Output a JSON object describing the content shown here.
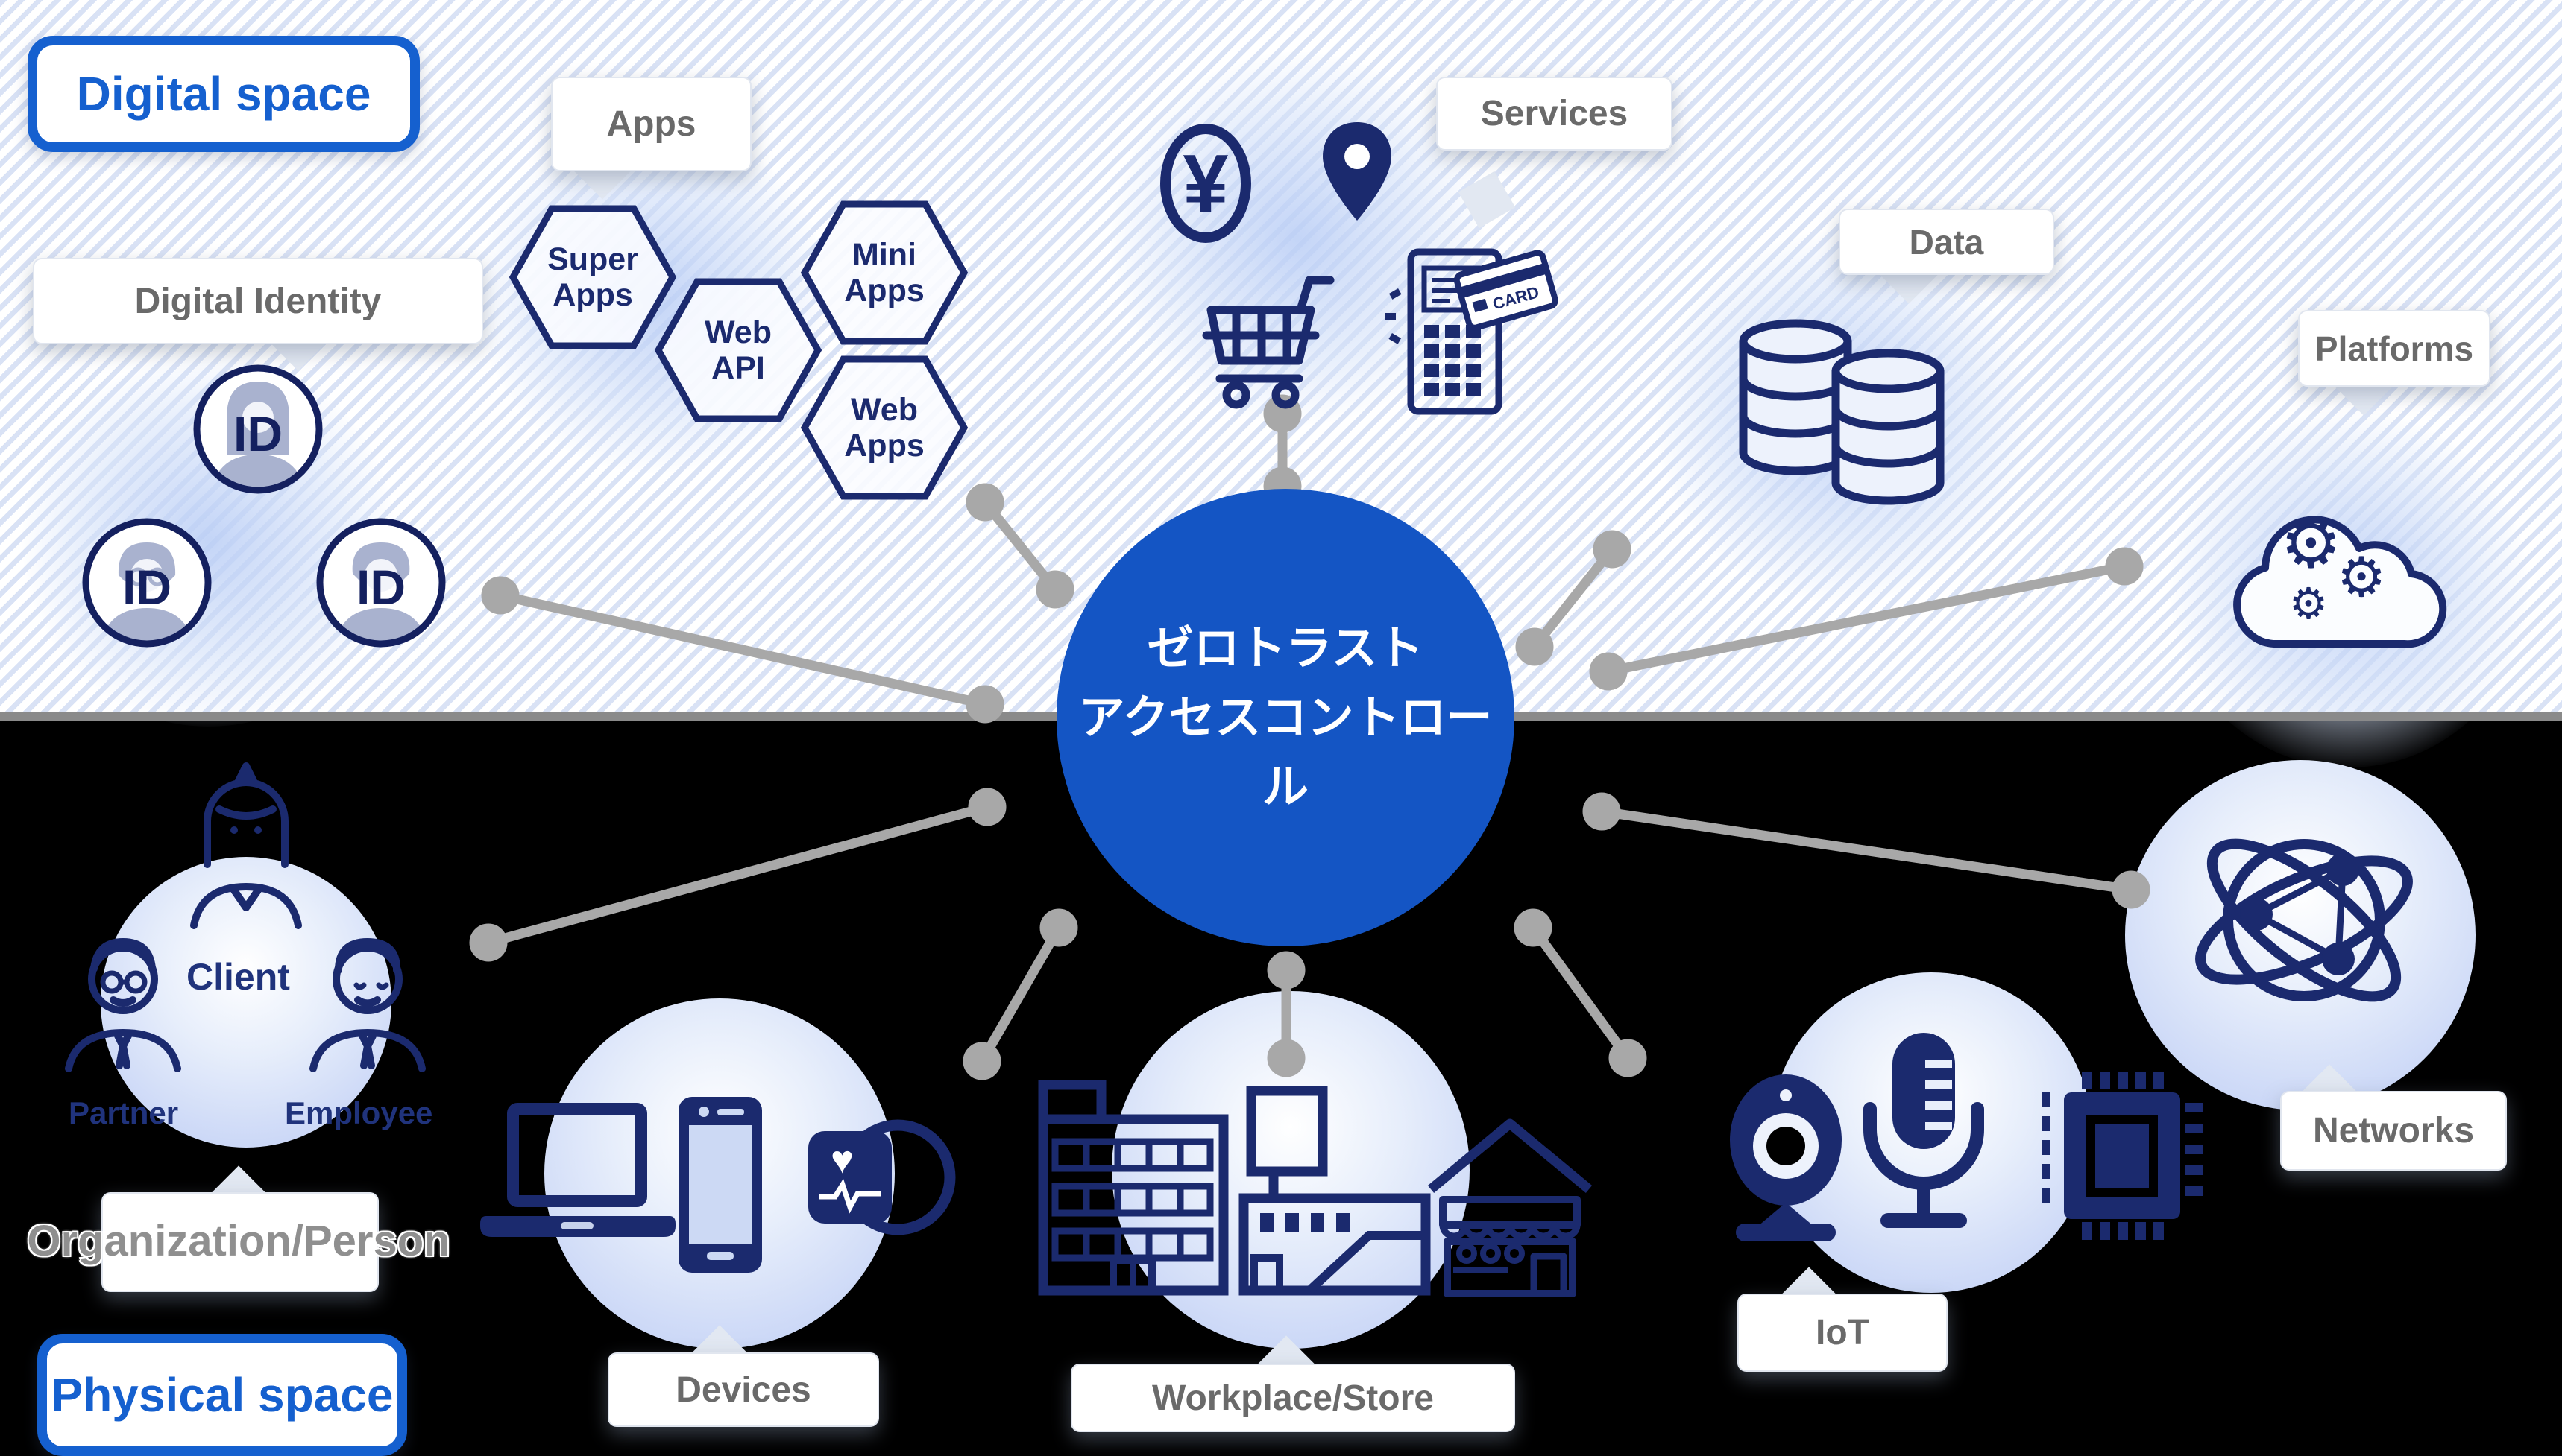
{
  "zones": {
    "digital": {
      "label": "Digital space"
    },
    "physical": {
      "label": "Physical space"
    }
  },
  "center": {
    "title_line1": "ゼロトラスト",
    "title_line2": "アクセスコントロール"
  },
  "groups": {
    "digital_identity": {
      "label": "Digital Identity",
      "badge": "ID"
    },
    "apps": {
      "label": "Apps",
      "hexagons": [
        {
          "lines": [
            "Super",
            "Apps"
          ]
        },
        {
          "lines": [
            "Web",
            "API"
          ]
        },
        {
          "lines": [
            "Mini",
            "Apps"
          ]
        },
        {
          "lines": [
            "Web",
            "Apps"
          ]
        }
      ]
    },
    "services": {
      "label": "Services",
      "yen": "¥",
      "card": "CARD"
    },
    "data": {
      "label": "Data"
    },
    "platforms": {
      "label": "Platforms"
    },
    "organization": {
      "label": "Organization/Person",
      "client": "Client",
      "partner": "Partner",
      "employee": "Employee"
    },
    "devices": {
      "label": "Devices"
    },
    "workplace": {
      "label": "Workplace/Store"
    },
    "iot": {
      "label": "IoT"
    },
    "networks": {
      "label": "Networks"
    }
  },
  "icons": {
    "gear": "⚙",
    "heart": "♥"
  },
  "colors": {
    "navy": "#1b2a6e",
    "accent_blue": "#1560cf",
    "center_blue": "#1455c4",
    "connector_gray": "#a8a8a8",
    "label_gray": "#6a6a6a",
    "stripe_blue": "#d9e2f5"
  }
}
